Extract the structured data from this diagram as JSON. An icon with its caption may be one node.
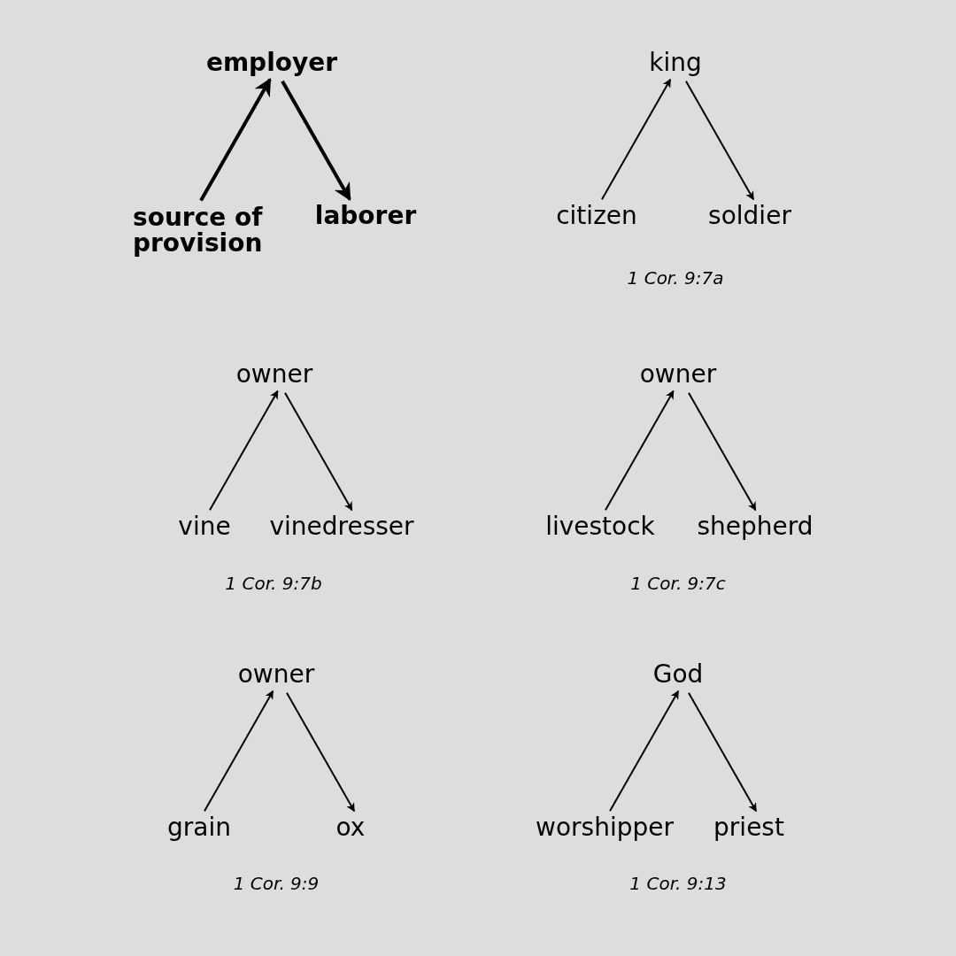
{
  "diagram": {
    "nodes": [
      {
        "text": [
          "employer"
        ]
      },
      {
        "text": [
          "source of provision"
        ]
      },
      {
        "text": [
          "laborer"
        ]
      },
      {
        "text": [
          "king"
        ]
      },
      {
        "text": [
          "citizen"
        ]
      },
      {
        "text": [
          "soldier"
        ]
      },
      {
        "text": [
          "owner"
        ]
      },
      {
        "text": [
          "vine"
        ]
      },
      {
        "text": [
          "vinedresser"
        ]
      },
      {
        "text": [
          "owner"
        ]
      },
      {
        "text": [
          "livestock"
        ]
      },
      {
        "text": [
          "shepherd"
        ]
      },
      {
        "text": [
          "owner"
        ]
      },
      {
        "text": [
          "grain"
        ]
      },
      {
        "text": [
          "ox"
        ]
      },
      {
        "text": [
          "God"
        ]
      },
      {
        "text": [
          "worshipper"
        ]
      },
      {
        "text": [
          "priest"
        ]
      }
    ],
    "edges": [
      {
        "from": 1,
        "to": 0,
        "arrow": "to",
        "style": "thick"
      },
      {
        "from": 0,
        "to": 2,
        "arrow": "to",
        "style": "thick"
      },
      {
        "from": 4,
        "to": 3,
        "arrow": "to"
      },
      {
        "from": 3,
        "to": 5,
        "arrow": "to"
      },
      {
        "from": 7,
        "to": 6,
        "arrow": "to"
      },
      {
        "from": 6,
        "to": 8,
        "arrow": "to"
      },
      {
        "from": 10,
        "to": 9,
        "arrow": "to"
      },
      {
        "from": 9,
        "to": 11,
        "arrow": "to"
      },
      {
        "from": 13,
        "to": 12,
        "arrow": "to"
      },
      {
        "from": 12,
        "to": 14,
        "arrow": "to"
      },
      {
        "from": 16,
        "to": 15,
        "arrow": "to"
      },
      {
        "from": 15,
        "to": 17,
        "arrow": "to"
      }
    ],
    "labels": [
      "1 Cor. 9:7a",
      "1 Cor. 9:7b",
      "1 Cor. 9:7c",
      "1 Cor. 9:9",
      "1 Cor. 9:13"
    ]
  }
}
